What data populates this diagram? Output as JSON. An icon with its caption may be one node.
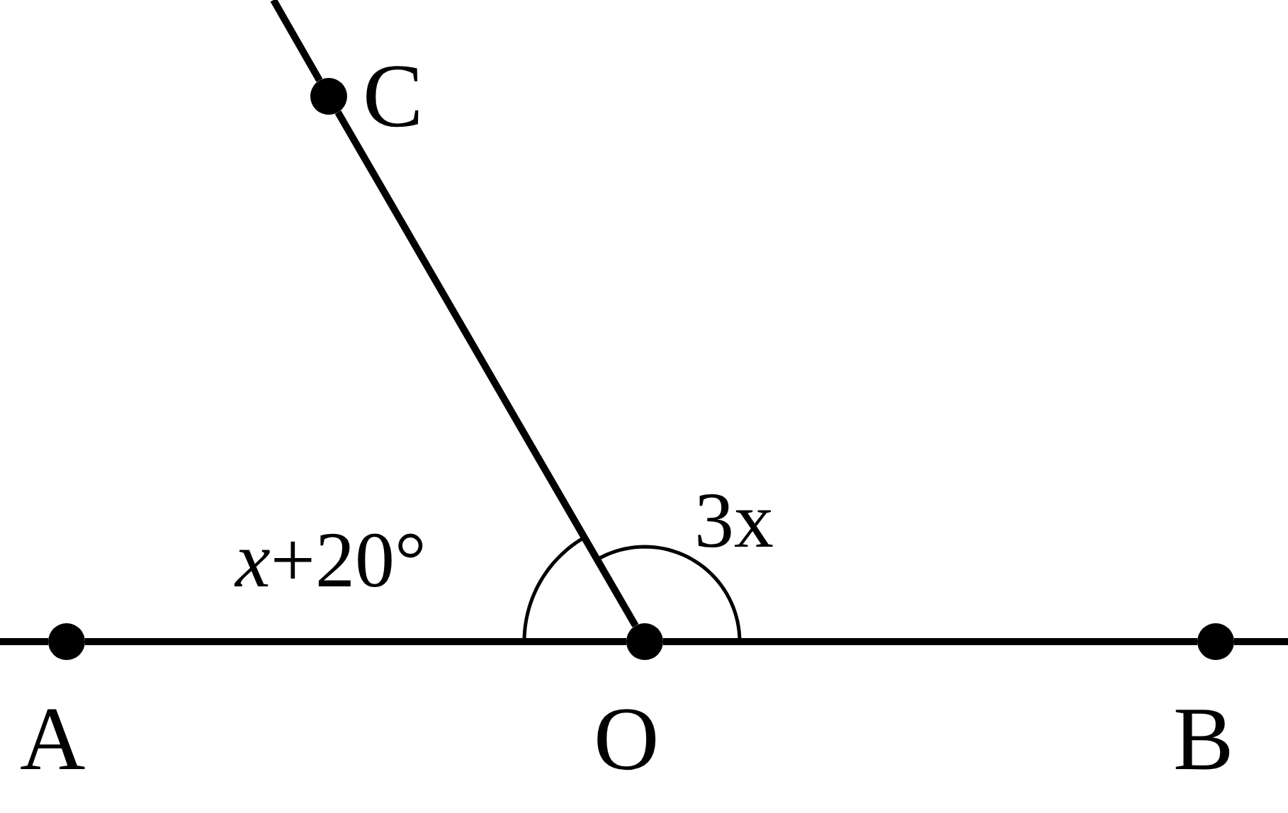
{
  "diagram": {
    "nodes": [
      {
        "text": [],
        "shape": "circle",
        "beside": [
          "C"
        ]
      },
      {
        "text": [],
        "shape": "circle",
        "beside": [
          "A"
        ]
      },
      {
        "text": [],
        "shape": "circle",
        "beside": [
          "O"
        ]
      },
      {
        "text": [],
        "shape": "circle",
        "beside": [
          "B"
        ]
      }
    ],
    "edges": [
      {
        "from": 1,
        "to": 2,
        "arrow": "none"
      },
      {
        "from": 2,
        "to": 3,
        "arrow": "none"
      },
      {
        "from": 2,
        "to": 0,
        "arrow": "none"
      }
    ],
    "labels": [
      "*x*+20°",
      "3x"
    ]
  }
}
